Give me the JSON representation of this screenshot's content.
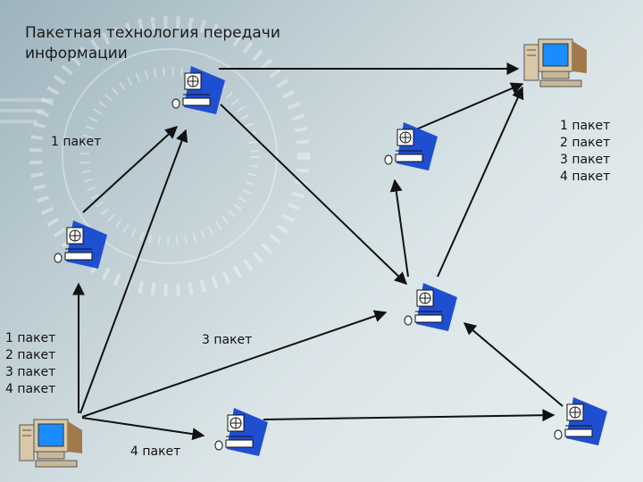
{
  "slide": {
    "title_line1": "Пакетная технология передачи",
    "title_line2": "информации"
  },
  "labels": {
    "top_left_packet": "1 пакет",
    "mid_packet": "3 пакет",
    "bottom_packet": "4 пакет",
    "left_stack": [
      "1 пакет",
      "2 пакет",
      "3 пакет",
      "4 пакет"
    ],
    "right_stack": [
      "1 пакет",
      "2 пакет",
      "3 пакет",
      "4 пакет"
    ]
  },
  "nodes": {
    "source_pc": "desktop-computer-icon",
    "destination_pc": "desktop-computer-icon",
    "routers": "network-node-icon"
  },
  "colors": {
    "background": "#c3d2d7",
    "arrow": "#111111",
    "node_blue": "#1f4fd1"
  }
}
